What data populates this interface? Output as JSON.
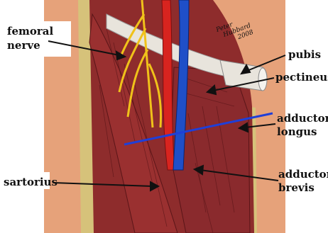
{
  "labels": {
    "femoral_nerve_1": "femoral",
    "femoral_nerve_2": "nerve",
    "sartorius": "sartorius",
    "pubis": "pubis",
    "pectineus": "pectineus",
    "adductor_longus_1": "adductor",
    "adductor_longus_2": "longus",
    "adductor_brevis_1": "adductor",
    "adductor_brevis_2": "brevis"
  },
  "signature": {
    "line1": "Peter",
    "line2": "Hubbard",
    "line3": "2008"
  },
  "colors": {
    "skin": "#e6a27a",
    "fat_border": "#d6c27a",
    "muscle": "#8e2c2c",
    "muscle_dark": "#6e1f22",
    "artery": "#d8241f",
    "vein": "#1f4fc8",
    "nerve": "#f0c21a",
    "ligament": "#e8e4dc",
    "blue_line": "#1f3fd8"
  }
}
